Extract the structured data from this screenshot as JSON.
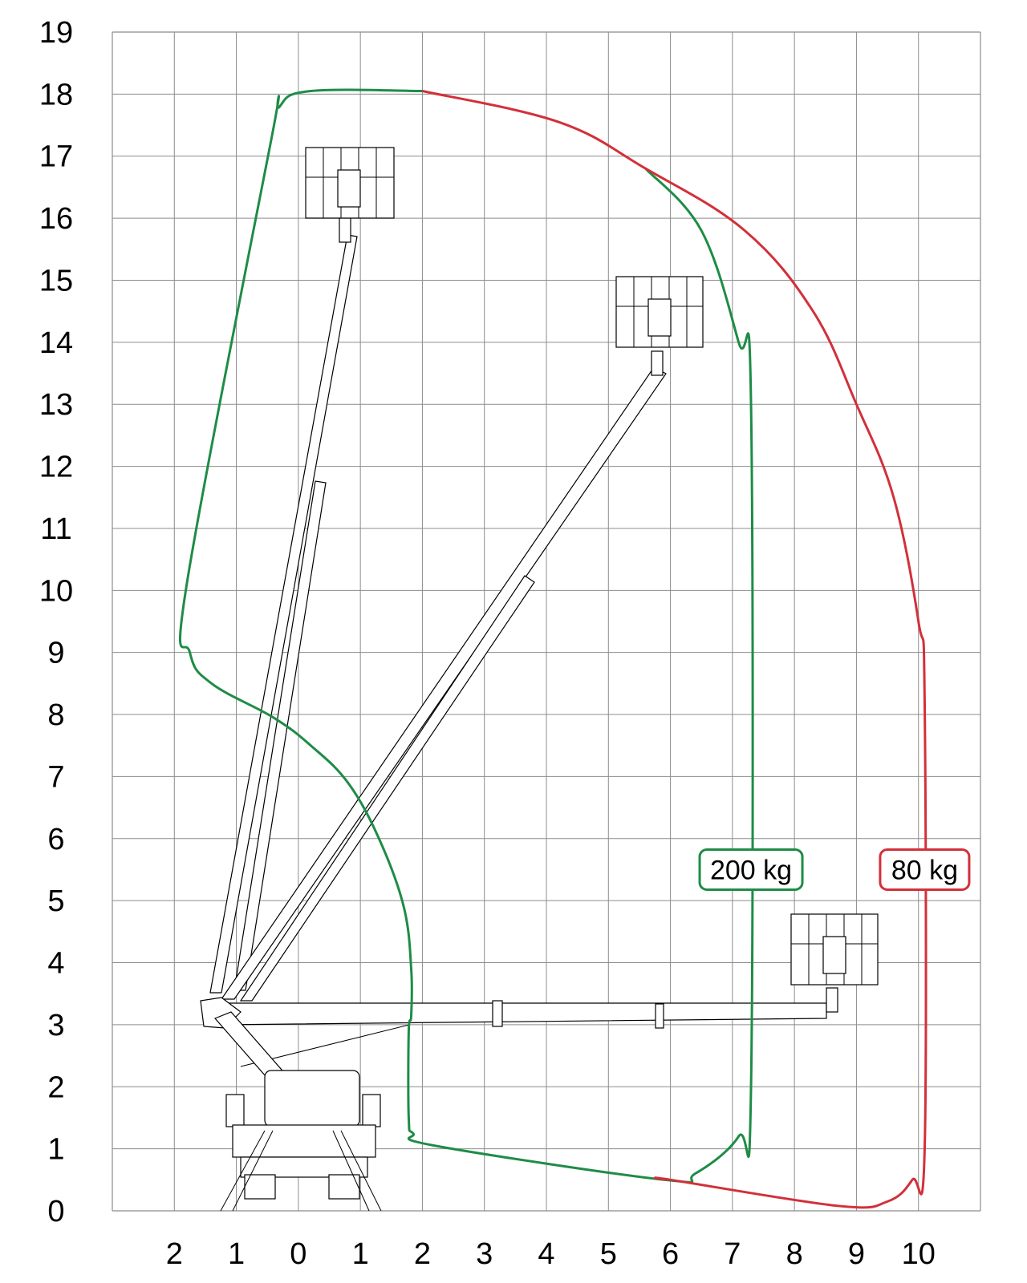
{
  "chart_data": {
    "type": "line",
    "y_ticks": [
      "0",
      "1",
      "2",
      "3",
      "4",
      "5",
      "6",
      "7",
      "8",
      "9",
      "10",
      "11",
      "12",
      "13",
      "14",
      "15",
      "16",
      "17",
      "18",
      "19"
    ],
    "x_ticks": [
      "2",
      "1",
      "0",
      "1",
      "2",
      "3",
      "4",
      "5",
      "6",
      "7",
      "8",
      "9",
      "10"
    ],
    "x_tick_values": [
      -2,
      -1,
      0,
      1,
      2,
      3,
      4,
      5,
      6,
      7,
      8,
      9,
      10
    ],
    "xlim": [
      -3,
      11
    ],
    "ylim": [
      0,
      19
    ],
    "grid": true,
    "series": [
      {
        "name": "200 kg",
        "color": "#1e8c46",
        "points": [
          [
            2.0,
            18.05
          ],
          [
            0.2,
            18.05
          ],
          [
            -0.3,
            17.8
          ],
          [
            -0.45,
            17.2
          ],
          [
            -1.8,
            10.1
          ],
          [
            -1.75,
            9.0
          ],
          [
            -1.4,
            8.5
          ],
          [
            -0.4,
            7.95
          ],
          [
            0.2,
            7.5
          ],
          [
            0.8,
            6.9
          ],
          [
            1.3,
            6.0
          ],
          [
            1.7,
            4.9
          ],
          [
            1.82,
            3.9
          ],
          [
            1.82,
            3.15
          ],
          [
            1.78,
            2.9
          ],
          [
            1.78,
            1.5
          ],
          [
            1.85,
            1.25
          ],
          [
            2.2,
            1.05
          ],
          [
            5.9,
            0.5
          ],
          [
            6.4,
            0.6
          ],
          [
            7.1,
            1.2
          ],
          [
            7.3,
            2.0
          ],
          [
            7.3,
            13.0
          ],
          [
            7.1,
            14.0
          ],
          [
            6.5,
            15.8
          ],
          [
            5.6,
            16.8
          ]
        ]
      },
      {
        "name": "80 kg",
        "color": "#d2303a",
        "points": [
          [
            2.0,
            18.05
          ],
          [
            4.2,
            17.55
          ],
          [
            5.6,
            16.8
          ],
          [
            7.2,
            15.8
          ],
          [
            8.3,
            14.5
          ],
          [
            9.0,
            13.0
          ],
          [
            9.6,
            11.5
          ],
          [
            10.0,
            9.5
          ],
          [
            10.1,
            8.2
          ],
          [
            10.1,
            1.0
          ],
          [
            9.9,
            0.5
          ],
          [
            9.5,
            0.15
          ],
          [
            8.7,
            0.08
          ],
          [
            6.0,
            0.5
          ],
          [
            5.9,
            0.5
          ]
        ]
      }
    ],
    "annotations": [
      {
        "text": "200 kg",
        "x": 7.3,
        "y": 5.5,
        "color": "#1e8c46"
      },
      {
        "text": "80 kg",
        "x": 10.1,
        "y": 5.5,
        "color": "#d2303a"
      }
    ]
  }
}
